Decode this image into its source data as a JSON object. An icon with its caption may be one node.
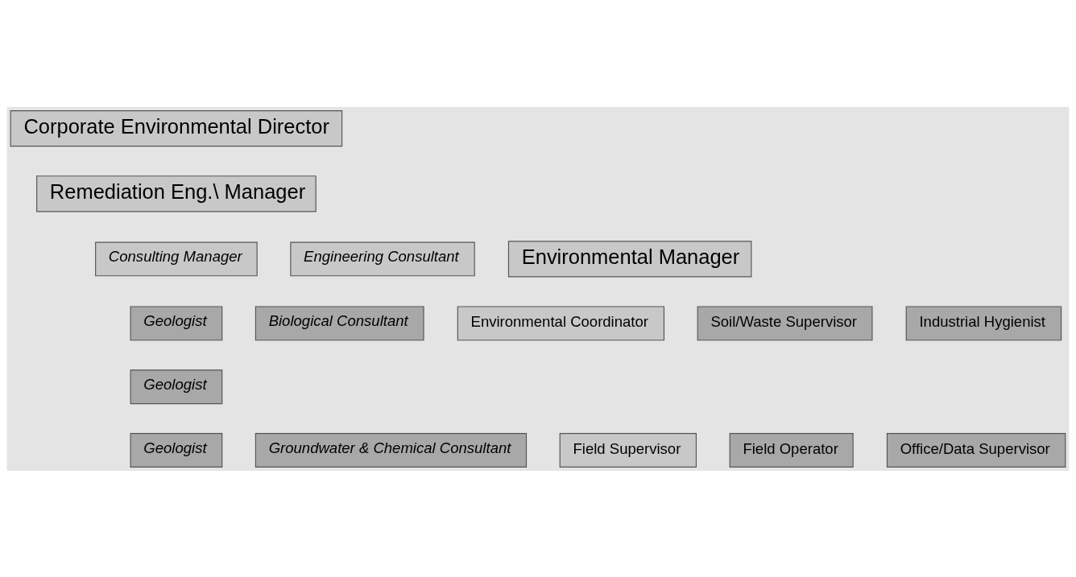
{
  "diagram": {
    "nodes": [
      {
        "text": [
          "Corporate Environmental Director"
        ]
      },
      {
        "text": [
          "Remediation Eng.\\ Manager"
        ]
      },
      {
        "text": [
          "Consulting Manager"
        ]
      },
      {
        "text": [
          "Engineering Consultant"
        ]
      },
      {
        "text": [
          "Environmental Manager"
        ]
      },
      {
        "text": [
          "Geologist"
        ]
      },
      {
        "text": [
          "Biological Consultant"
        ]
      },
      {
        "text": [
          "Environmental Coordinator"
        ]
      },
      {
        "text": [
          "Soil/Waste Supervisor"
        ]
      },
      {
        "text": [
          "Industrial Hygienist"
        ]
      },
      {
        "text": [
          "Geologist"
        ]
      },
      {
        "text": [
          "Geologist"
        ]
      },
      {
        "text": [
          "Groundwater & Chemical Consultant"
        ]
      },
      {
        "text": [
          "Field Supervisor"
        ]
      },
      {
        "text": [
          "Field Operator"
        ]
      },
      {
        "text": [
          "Office/Data Supervisor"
        ]
      }
    ],
    "edges": []
  }
}
